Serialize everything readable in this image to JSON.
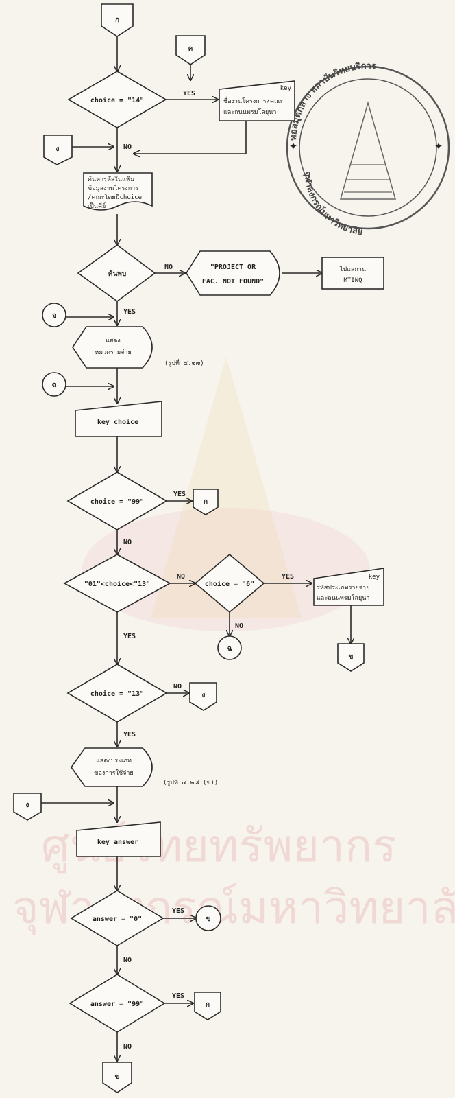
{
  "connectors": {
    "top_entry": "ก",
    "mid_in": "ค",
    "left_in": "ง",
    "circle_back": "จ",
    "circle_choice": "ฉ",
    "after_99_top": "ก",
    "circle_no_6": "ฉ",
    "page_5_out": "ข",
    "left_12": "ง",
    "left_answer": "ง",
    "circle_answer6": "ข",
    "answer99_out": "ก",
    "bottom_out": "ข"
  },
  "nodes": {
    "choice_14": "choice = \"14\"",
    "key_top_title": "key",
    "key_top_line1": "ชื่องานโครงการ/คณะ",
    "key_top_line2": "และถนนพรมโลยุนา",
    "search_line1": "ค้นหารหัสในแฟ้ม",
    "search_line2": "ข้อมูลงานโครงการ",
    "search_line3": "/คณะโดยมีchoice",
    "search_line4": "เป็นคีย์",
    "found": "ค้นพบ",
    "not_found_line1": "\"PROJECT OR",
    "not_found_line2": "FAC. NOT FOUND\"",
    "goto_line1": "ไปแสกาน",
    "goto_line2": "MTINQ",
    "display_line1": "แสดง",
    "display_line2": "หมวดรายจ่าย",
    "display_ref": "(รูปที่ ๔.๒๗)",
    "key_choice": "key choice",
    "choice_99": "choice = \"99\"",
    "range_check": "\"01\"<choice<\"13\"",
    "choice_6": "choice = \"6\"",
    "key_mid_title": "key",
    "key_mid_line1": "รหัสประเภทรายจ่าย",
    "key_mid_line2": "และถนนพรมโลยุนา",
    "choice_13": "choice = \"13\"",
    "type_line1": "แสดงประเภท",
    "type_line2": "ของการใช้จ่าย",
    "type_ref": "(รูปที่ ๔.๒๘ (ข))",
    "key_answer": "key answer",
    "answer_0": "answer = \"0\"",
    "answer_99": "answer = \"99\""
  },
  "labels": {
    "yes": "YES",
    "no": "NO"
  },
  "seal": {
    "top_arc": "หอสมุดกลาง สถาบันวิทยบริการ",
    "bottom_arc": "จุฬาลงกรณ์มหาวิทยาลัย"
  },
  "watermark": {
    "line1": "ศูนย์วิทยทรัพยากร",
    "line2": "จุฬาลงกรณ์มหาวิทยาลัย"
  }
}
